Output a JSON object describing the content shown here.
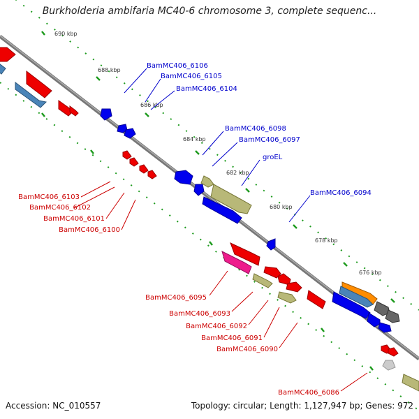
{
  "title": "Burkholderia ambifaria MC40-6 chromosome 3, complete sequenc...",
  "footer": {
    "accession": "Accession: NC_010557",
    "summary": "Topology: circular; Length: 1,127,947 bp; Genes: 972"
  },
  "colors": {
    "forward": "#0000ee",
    "reverse": "#ee0000",
    "rna": "#b8b878",
    "steelblue": "#4a84b8",
    "gray": "#666666",
    "orange": "#ff8c00",
    "magenta": "#ee1c8c"
  },
  "ticks": [
    "690 kbp",
    "688 kbp",
    "686 kbp",
    "684 kbp",
    "682 kbp",
    "680 kbp",
    "678 kbp",
    "676 kbp"
  ],
  "forward_labels": [
    "BamMC406_6106",
    "BamMC406_6105",
    "BamMC406_6104",
    "BamMC406_6098",
    "BamMC406_6097",
    "groEL",
    "BamMC406_6094"
  ],
  "reverse_labels": [
    "BamMC406_6103",
    "BamMC406_6102",
    "BamMC406_6101",
    "BamMC406_6100",
    "BamMC406_6095",
    "BamMC406_6093",
    "BamMC406_6092",
    "BamMC406_6091",
    "BamMC406_6090",
    "BamMC406_6086"
  ]
}
